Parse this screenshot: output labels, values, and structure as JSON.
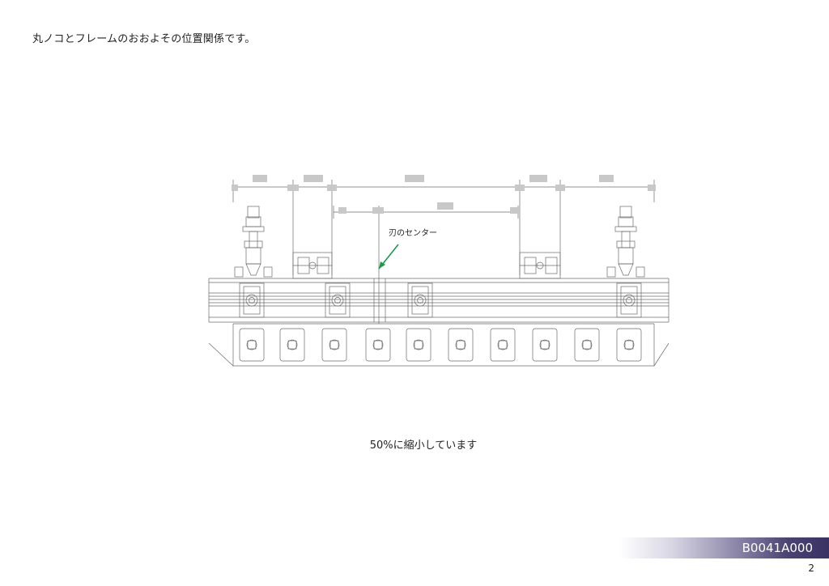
{
  "heading": "丸ノコとフレームのおおよその位置関係です。",
  "drawing": {
    "callout_label": "刃のセンター",
    "callout_color": "#1a9a4a"
  },
  "caption": "50%に縮小しています",
  "footer": {
    "document_number": "B0041A000",
    "page_number": "2",
    "bar_color": "#3a3263"
  }
}
